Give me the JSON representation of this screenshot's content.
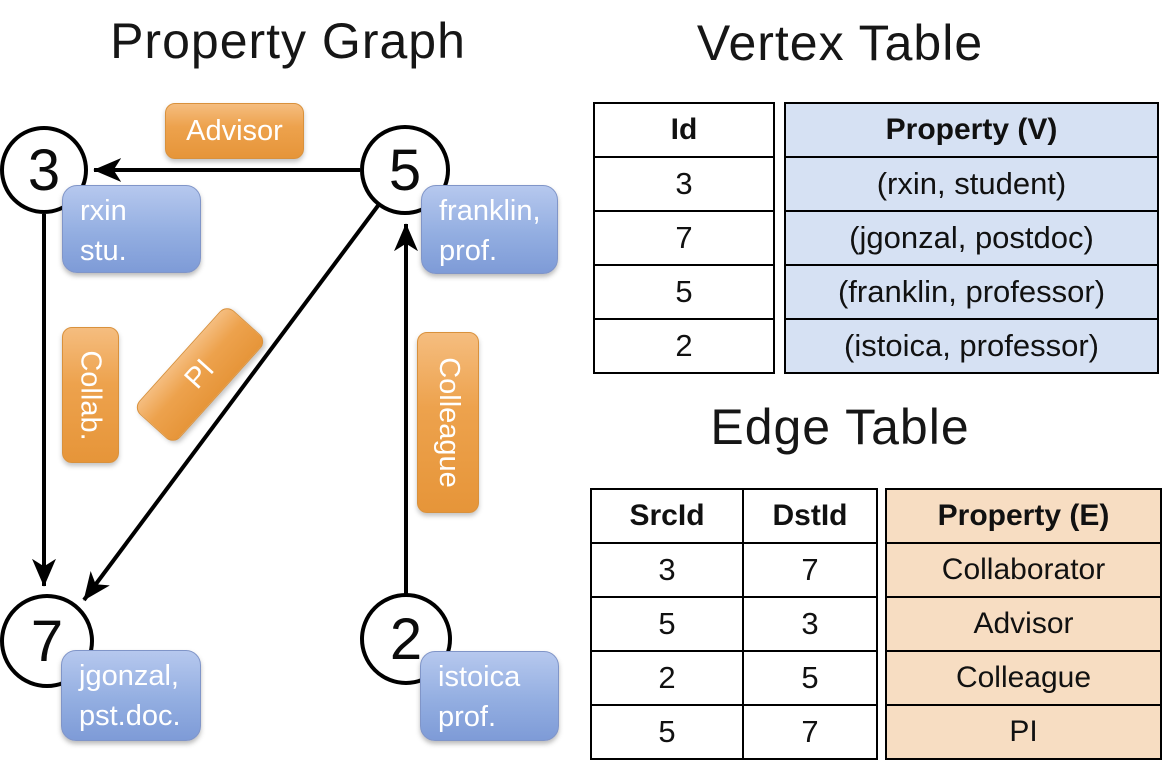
{
  "graph": {
    "title": "Property Graph",
    "nodes": [
      {
        "id": "3",
        "label_line1": "rxin",
        "label_line2": "stu."
      },
      {
        "id": "5",
        "label_line1": "franklin,",
        "label_line2": "prof."
      },
      {
        "id": "7",
        "label_line1": "jgonzal,",
        "label_line2": "pst.doc."
      },
      {
        "id": "2",
        "label_line1": "istoica",
        "label_line2": "prof."
      }
    ],
    "edges": [
      {
        "from": "5",
        "to": "3",
        "label": "Advisor"
      },
      {
        "from": "3",
        "to": "7",
        "label": "Collab."
      },
      {
        "from": "5",
        "to": "7",
        "label": "PI"
      },
      {
        "from": "2",
        "to": "5",
        "label": "Colleague"
      }
    ]
  },
  "vertex_table": {
    "title": "Vertex Table",
    "headers": [
      "Id",
      "Property (V)"
    ],
    "rows": [
      [
        "3",
        "(rxin, student)"
      ],
      [
        "7",
        "(jgonzal, postdoc)"
      ],
      [
        "5",
        "(franklin, professor)"
      ],
      [
        "2",
        "(istoica, professor)"
      ]
    ]
  },
  "edge_table": {
    "title": "Edge Table",
    "headers": [
      "SrcId",
      "DstId",
      "Property (E)"
    ],
    "rows": [
      [
        "3",
        "7",
        "Collaborator"
      ],
      [
        "5",
        "3",
        "Advisor"
      ],
      [
        "2",
        "5",
        "Colleague"
      ],
      [
        "5",
        "7",
        "PI"
      ]
    ]
  },
  "colors": {
    "edge_label_orange": "#eca04b",
    "vertex_label_blue": "#8fabdf",
    "vertex_property_fill": "#d6e1f3",
    "edge_property_fill": "#f7ddc2",
    "line_black": "#000000"
  }
}
